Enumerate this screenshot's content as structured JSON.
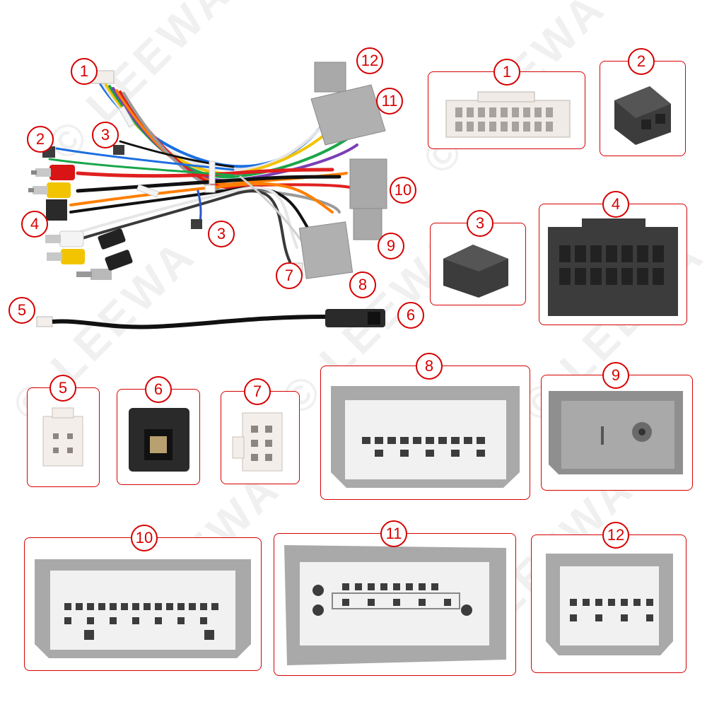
{
  "watermark": {
    "brand": "LEEWA",
    "copyright": "©"
  },
  "labels": {
    "n1": "1",
    "n2": "2",
    "n3": "3",
    "n4": "4",
    "n5": "5",
    "n6": "6",
    "n7": "7",
    "n8": "8",
    "n9": "9",
    "n10": "10",
    "n11": "11",
    "n12": "12"
  },
  "colors": {
    "accent": "#d60000",
    "connector_gray": "#a9a9a9",
    "connector_dark": "#3c3c3c",
    "connector_white": "#f3eeea",
    "rca_red": "#d91414",
    "rca_yellow": "#f2c400",
    "rca_white": "#f4f4f4"
  }
}
